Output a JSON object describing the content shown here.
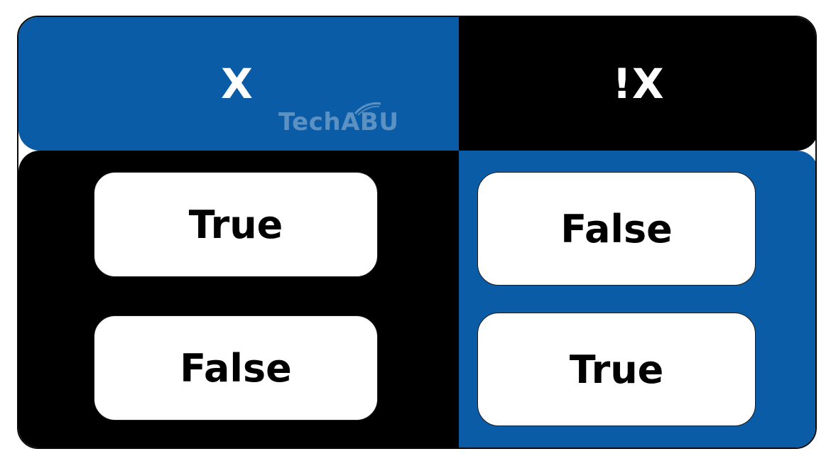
{
  "header": {
    "x_label": "X",
    "not_x_label": "!X"
  },
  "watermark": {
    "text": "TechABU"
  },
  "rows": [
    {
      "x": "True",
      "not_x": "False"
    },
    {
      "x": "False",
      "not_x": "True"
    }
  ],
  "colors": {
    "blue": "#0b5ca6",
    "black": "#000000",
    "white": "#ffffff"
  }
}
